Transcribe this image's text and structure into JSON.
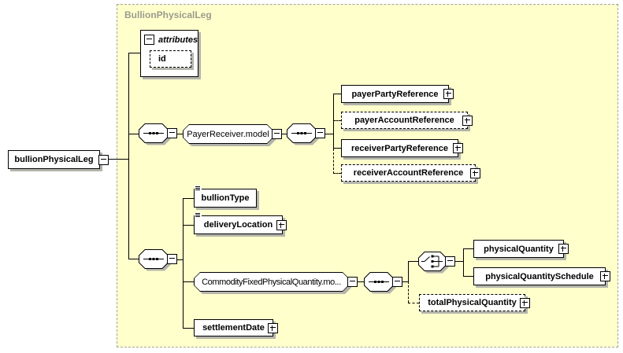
{
  "panel": {
    "title": "BullionPhysicalLeg"
  },
  "colors": {
    "panel_fill": "#FFFFCC",
    "panel_border": "#A3A3A3",
    "panel_title": "#9B9B8D",
    "box_border": "#000000",
    "shadow": "#B4B4AC"
  },
  "root_element": {
    "label": "bullionPhysicalLeg"
  },
  "attributes_panel": {
    "header": "attributes",
    "attribute_id": {
      "label": "id"
    }
  },
  "groups": {
    "payer_receiver": {
      "label": "PayerReceiver.model"
    },
    "commodity_fixed_physical_quantity": {
      "label": "CommodityFixedPhysicalQuantity.mo..."
    }
  },
  "elements": {
    "payer_party_reference": {
      "label": "payerPartyReference",
      "optional": false
    },
    "payer_account_reference": {
      "label": "payerAccountReference",
      "optional": true
    },
    "receiver_party_reference": {
      "label": "receiverPartyReference",
      "optional": false
    },
    "receiver_account_reference": {
      "label": "receiverAccountReference",
      "optional": true
    },
    "bullion_type": {
      "label": "bullionType",
      "optional": false
    },
    "delivery_location": {
      "label": "deliveryLocation",
      "optional": false
    },
    "settlement_date": {
      "label": "settlementDate",
      "optional": false
    },
    "physical_quantity": {
      "label": "physicalQuantity",
      "optional": false
    },
    "physical_quantity_schedule": {
      "label": "physicalQuantitySchedule",
      "optional": false
    },
    "total_physical_quantity": {
      "label": "totalPhysicalQuantity",
      "optional": true
    }
  },
  "icons": {
    "sequence": "sequence-compositor-icon",
    "choice": "choice-compositor-icon",
    "collapse": "minus",
    "expand": "plus",
    "text_content": "text-lines-icon"
  }
}
